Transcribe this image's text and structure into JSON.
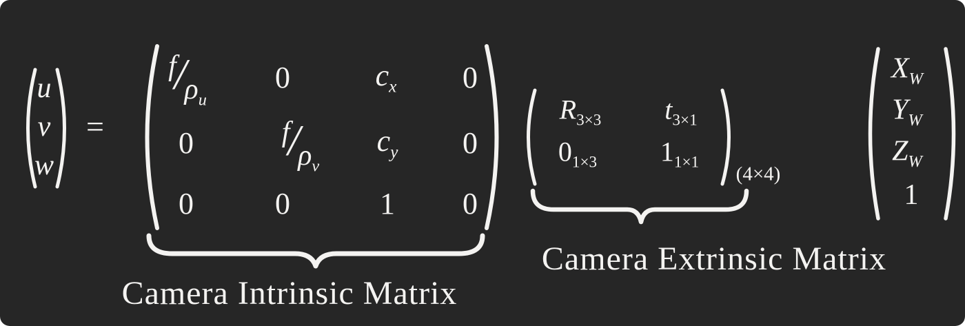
{
  "colors": {
    "background": "#262626",
    "ink": "#f4f3f1"
  },
  "eq": {
    "lhs": [
      "u",
      "v",
      "w"
    ],
    "equals": "=",
    "slash": "/",
    "intrinsic": {
      "frac_u": {
        "num": "f",
        "den": "ρ",
        "sub": "u"
      },
      "frac_v": {
        "num": "f",
        "den": "ρ",
        "sub": "v"
      },
      "zero": "0",
      "one": "1",
      "cx": {
        "base": "c",
        "sub": "x"
      },
      "cy": {
        "base": "c",
        "sub": "y"
      },
      "label": "Camera Intrinsic Matrix"
    },
    "extrinsic": {
      "R": {
        "base": "R",
        "sub": "3×3"
      },
      "t": {
        "base": "t",
        "sub": "3×1"
      },
      "zero": {
        "base": "0",
        "sub": "1×3"
      },
      "one": {
        "base": "1",
        "sub": "1×1"
      },
      "dim_sub": "(4×4)",
      "label": "Camera Extrinsic Matrix"
    },
    "world": [
      "X",
      "Y",
      "Z"
    ],
    "world_sub": "W",
    "world_one": "1"
  }
}
